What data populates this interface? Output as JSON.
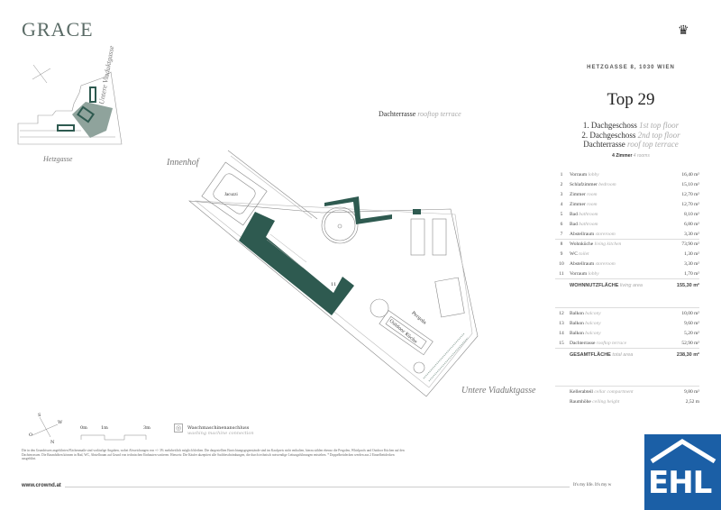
{
  "brand": {
    "logo": "GRACE",
    "address": "HETZGASSE 8, 1030 WIEN"
  },
  "unit": {
    "title": "Top 29",
    "floors": [
      {
        "de": "1. Dachgeschoss",
        "en": "1st top floor"
      },
      {
        "de": "2. Dachgeschoss",
        "en": "2nd top floor"
      },
      {
        "de": "Dachterrasse",
        "en": "roof top terrace"
      }
    ],
    "rooms_de": "4 Zimmer",
    "rooms_en": "4 rooms"
  },
  "rooms_a": [
    {
      "n": "1",
      "de": "Vorraum",
      "en": "lobby",
      "v": "16,40 m²"
    },
    {
      "n": "2",
      "de": "Schlafzimmer",
      "en": "bedroom",
      "v": "15,10 m²"
    },
    {
      "n": "3",
      "de": "Zimmer",
      "en": "room",
      "v": "12,70 m²"
    },
    {
      "n": "4",
      "de": "Zimmer",
      "en": "room",
      "v": "12,70 m²"
    },
    {
      "n": "5",
      "de": "Bad",
      "en": "bathroom",
      "v": "8,10 m²"
    },
    {
      "n": "6",
      "de": "Bad",
      "en": "bathroom",
      "v": "6,80 m²"
    },
    {
      "n": "7",
      "de": "Abstellraum",
      "en": "storeroom",
      "v": "3,30 m²"
    },
    {
      "n": "8",
      "de": "Wohnküche",
      "en": "living kitchen",
      "v": "73,90 m²"
    },
    {
      "n": "9",
      "de": "WC",
      "en": "toilet",
      "v": "1,30 m²"
    },
    {
      "n": "10",
      "de": "Abstellraum",
      "en": "storeroom",
      "v": "3,30 m²"
    },
    {
      "n": "11",
      "de": "Vorraum",
      "en": "lobby",
      "v": "1,70 m²"
    }
  ],
  "wohnnutz": {
    "de": "WOHNNUTZFLÄCHE",
    "en": "living area",
    "v": "155,30 m²"
  },
  "rooms_b": [
    {
      "n": "12",
      "de": "Balkon",
      "en": "balcony",
      "v": "10,00 m²"
    },
    {
      "n": "13",
      "de": "Balkon",
      "en": "balcony",
      "v": "9,60 m²"
    },
    {
      "n": "14",
      "de": "Balkon",
      "en": "balcony",
      "v": "5,20 m²"
    },
    {
      "n": "15",
      "de": "Dachterrasse",
      "en": "rooftop terrace",
      "v": "52,90 m²"
    }
  ],
  "gesamt": {
    "de": "GESAMTFLÄCHE",
    "en": "total area",
    "v": "238,30 m²"
  },
  "extra": [
    {
      "de": "Kellerabteil",
      "en": "cellar compartment",
      "v": "9,80 m²"
    },
    {
      "de": "Raumhöhe",
      "en": "ceiling height",
      "v": "2,52 m"
    }
  ],
  "plan": {
    "title_de": "Dachterrasse",
    "title_en": "rooftop terrace",
    "innenhof": "Innenhof",
    "street1": "Untere Viaduktgasse",
    "street2": "Hetzgasse",
    "jacuzzi": "Jacuzzi",
    "pergola": "Pergola",
    "kitchen": "Outdoor Küche",
    "room11": "11"
  },
  "legend": {
    "compass": [
      "S",
      "W",
      "O",
      "N"
    ],
    "scale": [
      "0m",
      "1m",
      "3m"
    ],
    "washer_de": "Waschmaschinenanschluss",
    "washer_en": "washing machine connection"
  },
  "footnote": "Die in den Grundrissen angeführten Flächenmaße sind vorläufige Angaben, wobei Abweichungen von +/- 3% mehrheitlich möglich bleiben. Die dargestellten Einrichtungsgegenstände sind im Kaufpreis nicht enthalten, hierzu zählen ebenso die Pergolen, Whirlpools und Outdoor Küchen auf den Dachterrassen. Die Raumhöhen können in Bad, WC, Abstellraum auf Grund von technischen Einbauten variieren. Hinweis: Die Käufer akzeptiert alle Sachbeschränkungen, die durch technisch notwendige Leitungsführungen entstehen. * Doppelbettdecken werden aus 2 Einzelbettdecken ausgeführt.",
  "footer": {
    "website": "www.crownd.at",
    "slogan": "It's my life. It's my w",
    "ehl": "EHL"
  }
}
